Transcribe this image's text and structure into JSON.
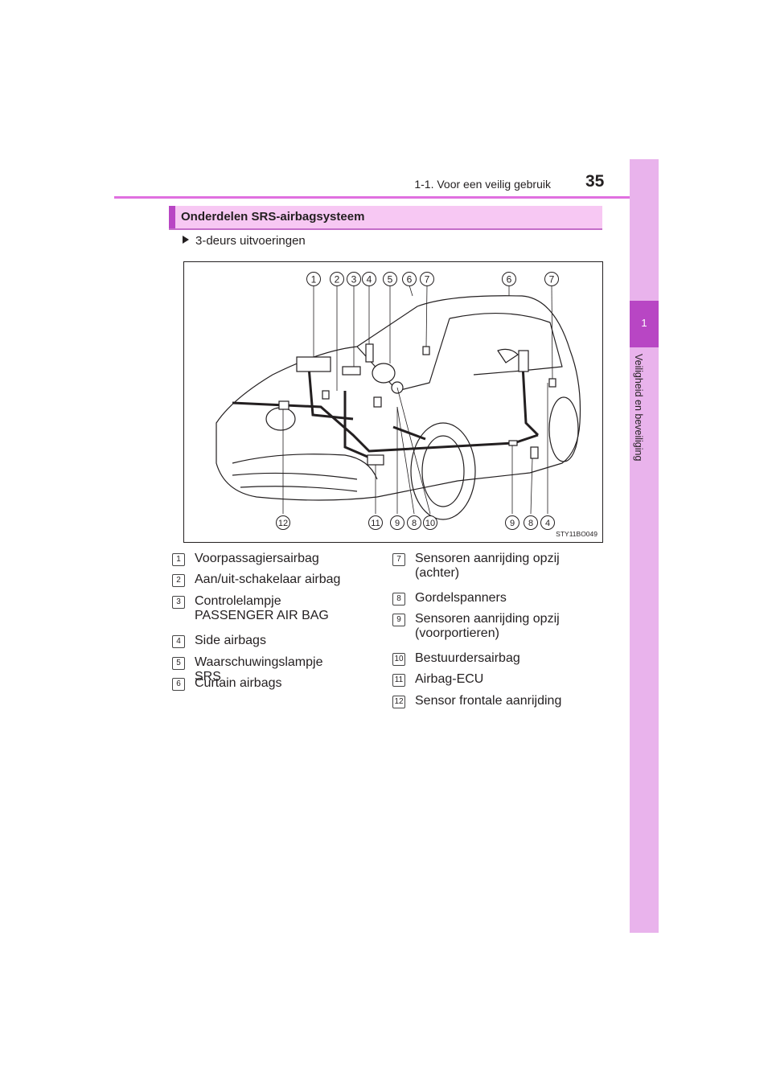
{
  "header": {
    "chapter": "1-1. Voor een veilig gebruik",
    "page_number": "35"
  },
  "side_tab": {
    "number": "1",
    "label": "Veiligheid en beveiliging"
  },
  "section": {
    "title": "Onderdelen SRS-airbagsysteem"
  },
  "variant_label": "3-deurs uitvoeringen",
  "figure": {
    "code": "STY11BO049",
    "callouts_top": [
      "1",
      "2",
      "3",
      "4",
      "5",
      "6",
      "7",
      "6",
      "7"
    ],
    "callouts_bottom": [
      "12",
      "11",
      "9",
      "8",
      "10",
      "9",
      "8",
      "4"
    ]
  },
  "legend_left": [
    {
      "num": "1",
      "text": "Voorpassagiersairbag"
    },
    {
      "num": "2",
      "text": "Aan/uit-schakelaar airbag"
    },
    {
      "num": "3",
      "text": "Controlelampje\nPASSENGER AIR BAG"
    },
    {
      "num": "4",
      "text": "Side airbags"
    },
    {
      "num": "5",
      "text": "Waarschuwingslampje SRS"
    },
    {
      "num": "6",
      "text": "Curtain airbags"
    }
  ],
  "legend_right": [
    {
      "num": "7",
      "text": "Sensoren aanrijding opzij\n(achter)"
    },
    {
      "num": "8",
      "text": "Gordelspanners"
    },
    {
      "num": "9",
      "text": "Sensoren aanrijding opzij\n(voorportieren)"
    },
    {
      "num": "10",
      "text": "Bestuurdersairbag"
    },
    {
      "num": "11",
      "text": "Airbag-ECU"
    },
    {
      "num": "12",
      "text": "Sensor frontale aanrijding"
    }
  ]
}
